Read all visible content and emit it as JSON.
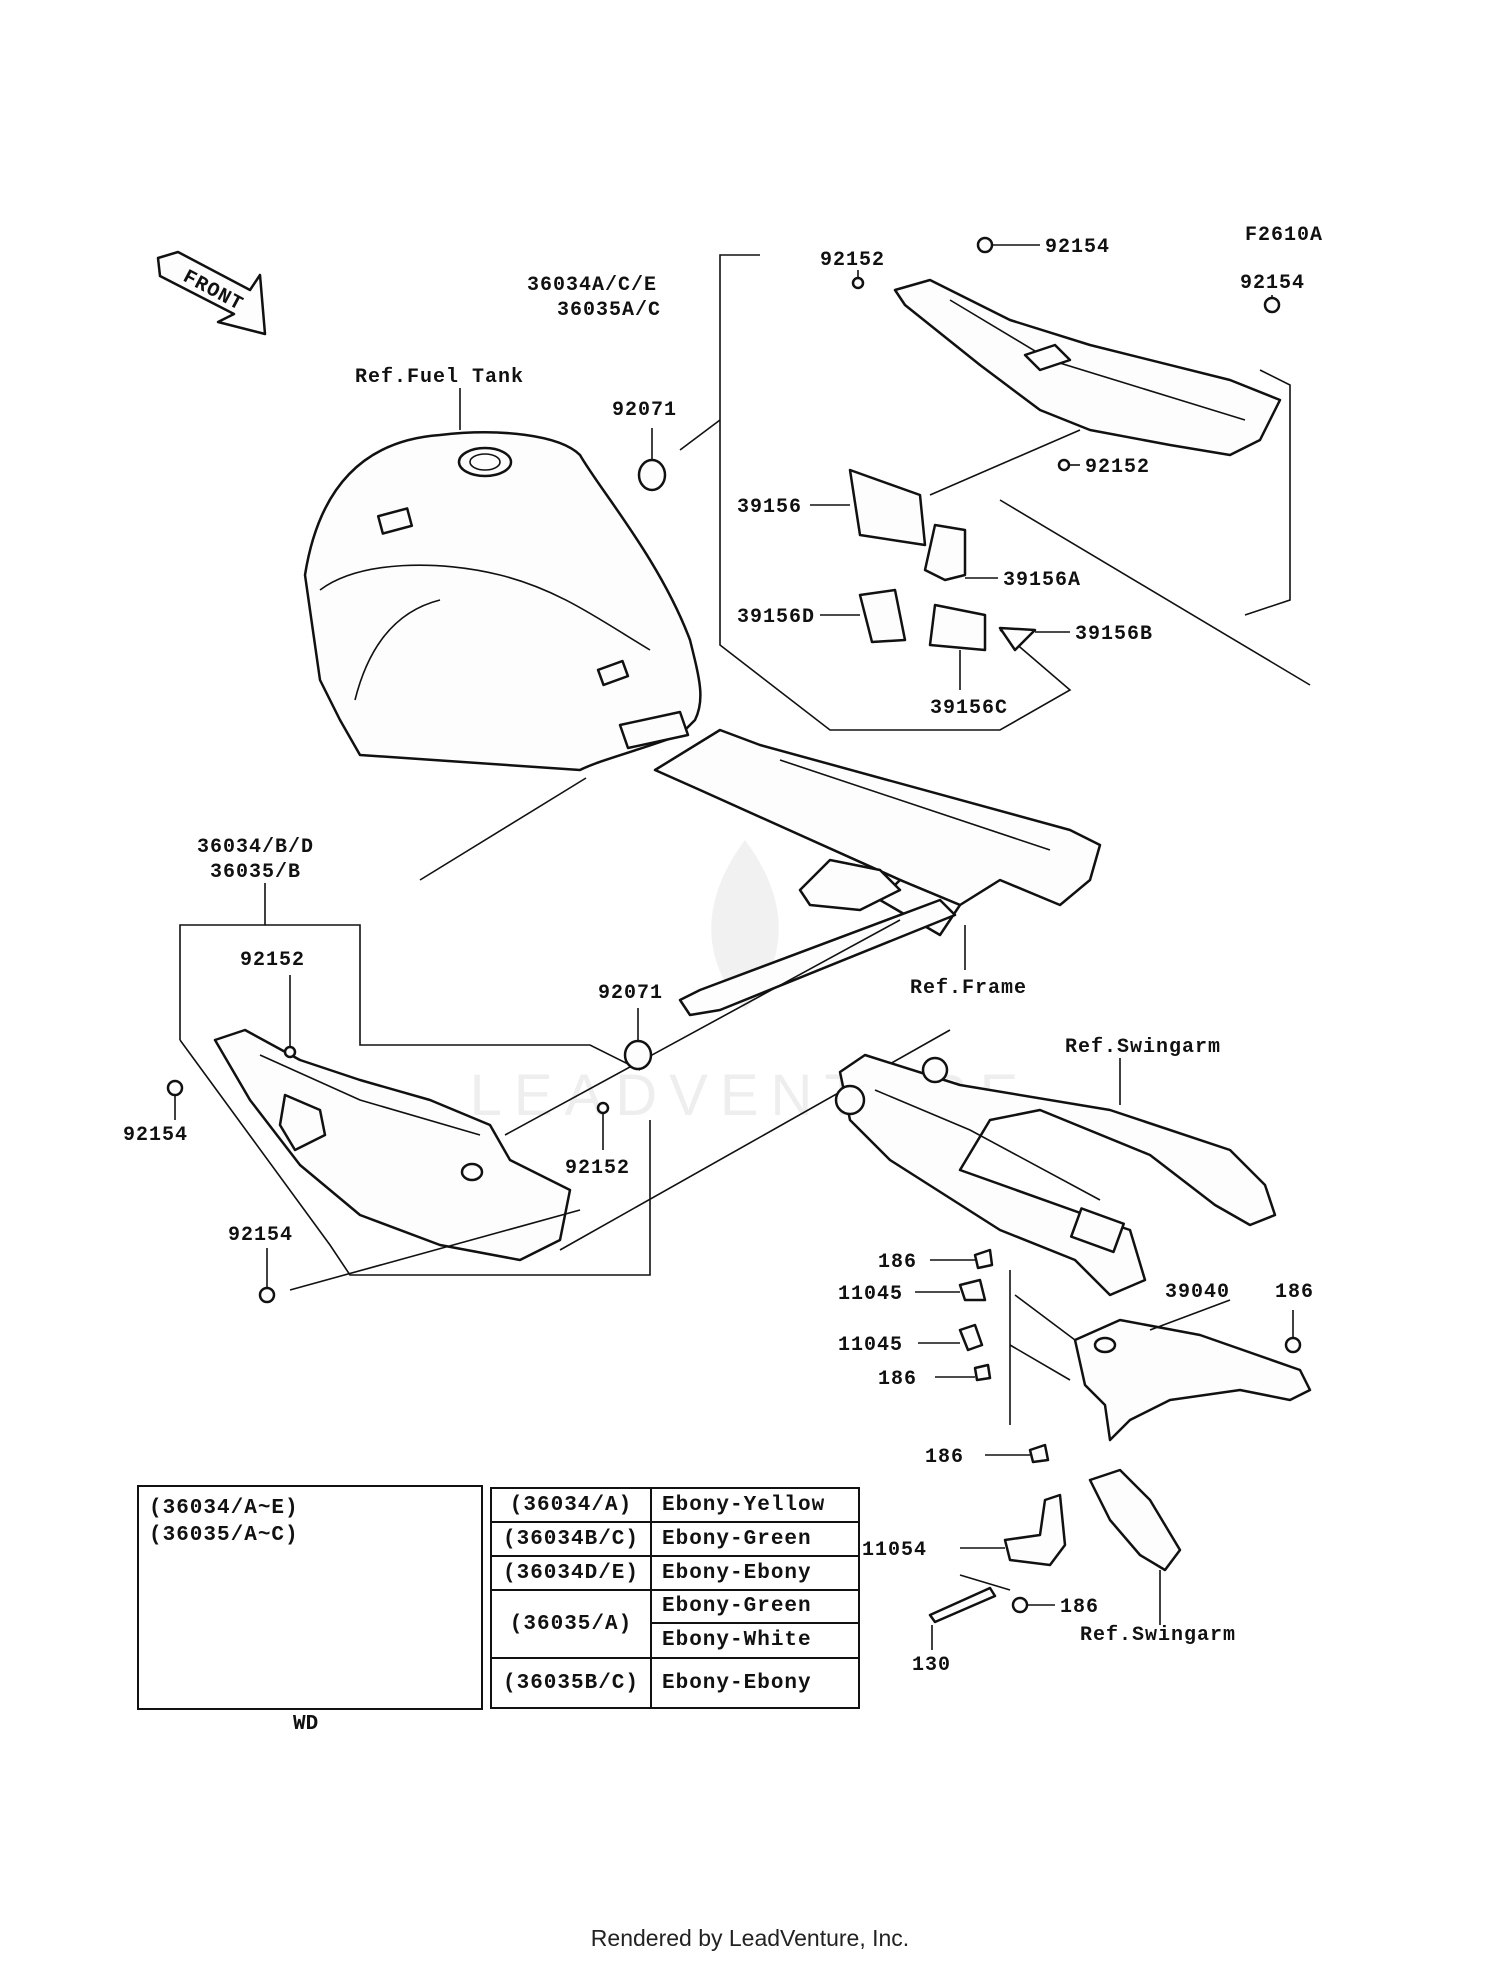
{
  "diagram_code": "F2610A",
  "front_label": "FRONT",
  "refs": {
    "fuel_tank": "Ref.Fuel Tank",
    "frame": "Ref.Frame",
    "swingarm_upper": "Ref.Swingarm",
    "swingarm_lower": "Ref.Swingarm"
  },
  "group_labels": {
    "upper_line1": "36034A/C/E",
    "upper_line2": "36035A/C",
    "lower_line1": "36034/B/D",
    "lower_line2": "36035/B"
  },
  "part_numbers": {
    "p92154_top": "92154",
    "p92154_right": "92154",
    "p92152_top": "92152",
    "p92152_mid": "92152",
    "p92071_top": "92071",
    "p39156": "39156",
    "p39156A": "39156A",
    "p39156D": "39156D",
    "p39156B": "39156B",
    "p39156C": "39156C",
    "p92152_lower": "92152",
    "p92071_lower": "92071",
    "p92154_left": "92154",
    "p92152_lower2": "92152",
    "p92154_bottom": "92154",
    "p186_a": "186",
    "p11045_a": "11045",
    "p11045_b": "11045",
    "p186_b": "186",
    "p39040": "39040",
    "p186_c": "186",
    "p186_d": "186",
    "p11054": "11054",
    "p186_e": "186",
    "p130": "130"
  },
  "inset": {
    "line1": "(36034/A~E)",
    "line2": "(36035/A~C)",
    "caption": "WD"
  },
  "color_table": [
    {
      "code": "(36034/A)",
      "colors": [
        "Ebony-Yellow"
      ]
    },
    {
      "code": "(36034B/C)",
      "colors": [
        "Ebony-Green"
      ]
    },
    {
      "code": "(36034D/E)",
      "colors": [
        "Ebony-Ebony"
      ]
    },
    {
      "code": "(36035/A)",
      "colors": [
        "Ebony-Green",
        "Ebony-White"
      ]
    },
    {
      "code": "(36035B/C)",
      "colors": [
        "Ebony-Ebony"
      ]
    }
  ],
  "footer": "Rendered by LeadVenture, Inc.",
  "watermark": "LEADVENTURE"
}
